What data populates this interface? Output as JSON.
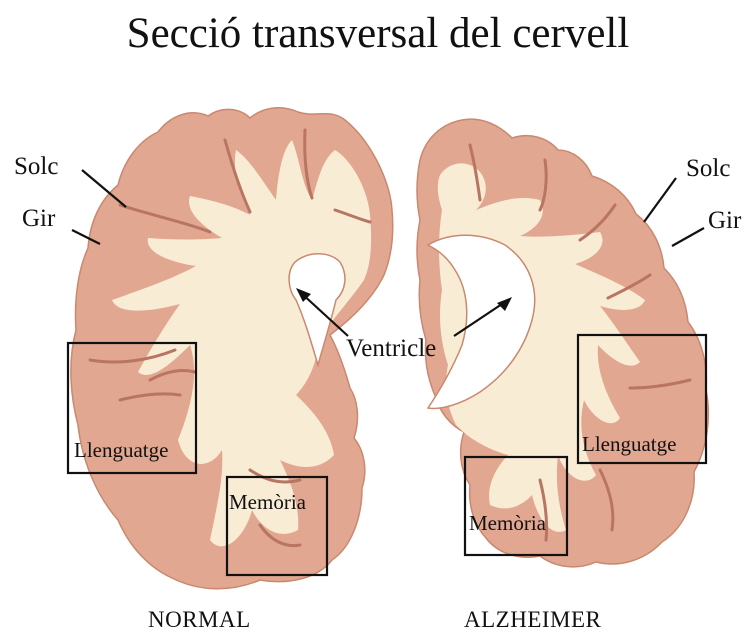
{
  "title": "Secció transversal del cervell",
  "labels": {
    "left_sulcus": "Solc",
    "left_gyrus": "Gir",
    "right_sulcus": "Solc",
    "right_gyrus": "Gir",
    "ventricle": "Ventricle"
  },
  "regions": {
    "normal_language": "Llenguatge",
    "normal_memory": "Memòria",
    "alz_language": "Llenguatge",
    "alz_memory": "Memòria"
  },
  "captions": {
    "normal": "NORMAL",
    "alzheimer": "ALZHEIMER"
  },
  "colors": {
    "grey_matter": "#e2a791",
    "grey_matter_dark": "#c98870",
    "white_matter": "#f8ecd5",
    "ventricle": "#ffffff",
    "line": "#111111"
  }
}
